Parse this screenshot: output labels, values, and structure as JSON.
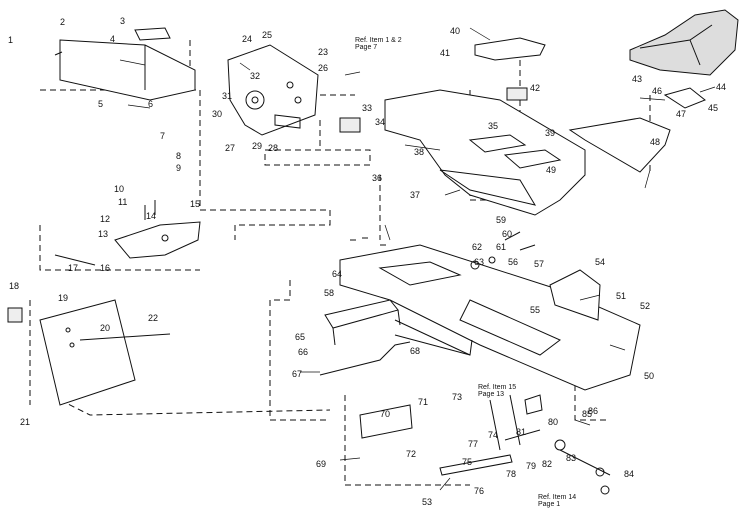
{
  "diagram": {
    "ref_notes": [
      {
        "id": "ref-1-2",
        "line1": "Ref. Item 1 & 2",
        "line2": "Page 7"
      },
      {
        "id": "ref-15",
        "line1": "Ref. Item 15",
        "line2": "Page 13"
      },
      {
        "id": "ref-14",
        "line1": "Ref. Item 14",
        "line2": "Page 1"
      }
    ],
    "callouts": [
      "1",
      "2",
      "3",
      "4",
      "5",
      "6",
      "7",
      "8",
      "9",
      "10",
      "11",
      "12",
      "13",
      "14",
      "15",
      "16",
      "17",
      "18",
      "19",
      "20",
      "21",
      "22",
      "23",
      "24",
      "25",
      "26",
      "27",
      "28",
      "29",
      "30",
      "31",
      "32",
      "33",
      "34",
      "35",
      "36",
      "37",
      "38",
      "39",
      "40",
      "41",
      "42",
      "43",
      "44",
      "45",
      "46",
      "47",
      "48",
      "49",
      "50",
      "51",
      "52",
      "53",
      "54",
      "55",
      "56",
      "57",
      "58",
      "59",
      "60",
      "61",
      "62",
      "63",
      "64",
      "65",
      "66",
      "67",
      "68",
      "69",
      "70",
      "71",
      "72",
      "73",
      "74",
      "75",
      "76",
      "77",
      "78",
      "79",
      "80",
      "81",
      "82",
      "83",
      "84",
      "85",
      "86"
    ],
    "colors": {
      "ink": "#111111",
      "paper": "#ffffff",
      "shade": "#888888"
    }
  }
}
